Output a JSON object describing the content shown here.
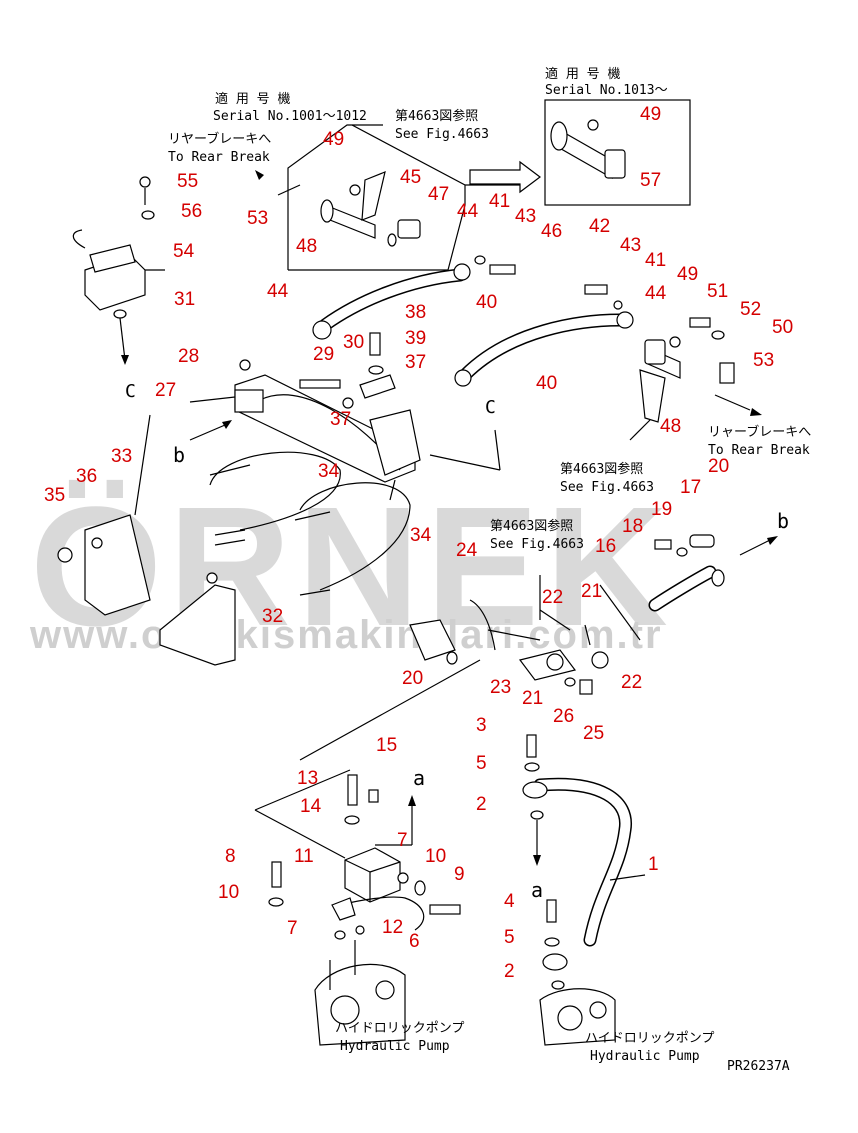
{
  "watermark": {
    "brand": "ÖRNEK",
    "url": "www.ornekismakinelari.com.tr"
  },
  "drawing_code": "PR26237A",
  "labels": {
    "applicable_jp_1": "適 用 号 機",
    "serial_range_1": "Serial No.1001～1012",
    "see_fig_jp_1": "第4663図参照",
    "see_fig_1": "See Fig.4663",
    "applicable_jp_2": "適 用 号 機",
    "serial_range_2": "Serial No.1013～",
    "to_rear_break_jp_1": "リヤーブレーキへ",
    "to_rear_break_1": "To Rear Break",
    "to_rear_break_jp_2": "リャーブレーキへ",
    "to_rear_break_2": "To Rear Break",
    "see_fig_jp_2": "第4663図参照",
    "see_fig_2": "See Fig.4663",
    "see_fig_jp_3": "第4663図参照",
    "see_fig_3": "See Fig.4663",
    "pump_jp_1": "ハイドロリックポンプ",
    "pump_1": "Hydraulic Pump",
    "pump_jp_2": "ハイドロリックポンプ",
    "pump_2": "Hydraulic Pump",
    "ref_c_1": "C",
    "ref_c_2": "C",
    "ref_b_1": "b",
    "ref_b_2": "b",
    "ref_a_1": "a",
    "ref_a_2": "a"
  },
  "part_numbers": [
    "49",
    "45",
    "47",
    "48",
    "53",
    "55",
    "56",
    "54",
    "31",
    "44",
    "41",
    "43",
    "46",
    "40",
    "29",
    "30",
    "38",
    "39",
    "37",
    "28",
    "27",
    "42",
    "43",
    "41",
    "44",
    "49",
    "51",
    "52",
    "50",
    "53",
    "40",
    "48",
    "33",
    "36",
    "35",
    "34",
    "34",
    "32",
    "37",
    "44",
    "20",
    "19",
    "17",
    "18",
    "16",
    "24",
    "22",
    "21",
    "22",
    "23",
    "21",
    "26",
    "25",
    "20",
    "3",
    "5",
    "2",
    "1",
    "4",
    "5",
    "2",
    "15",
    "13",
    "14",
    "7",
    "11",
    "8",
    "10",
    "10",
    "9",
    "12",
    "6",
    "7",
    "49",
    "57"
  ]
}
